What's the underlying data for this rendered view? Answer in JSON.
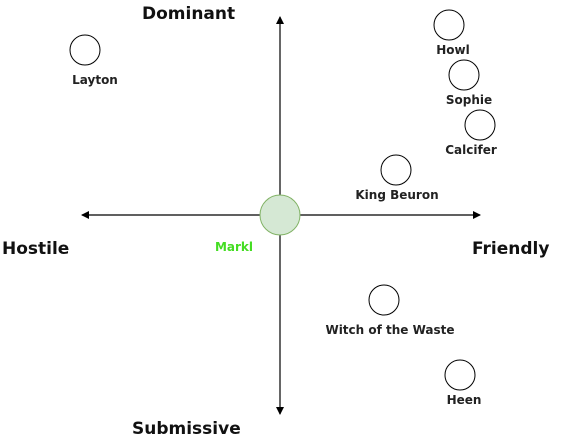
{
  "axes": {
    "top_label": "Dominant",
    "bottom_label": "Submissive",
    "left_label": "Hostile",
    "right_label": "Friendly"
  },
  "center": {
    "name": "Markl",
    "label_color": "#44dd22",
    "fill_color": "#d5e8d4",
    "stroke_color": "#82b366"
  },
  "characters": [
    {
      "name": "Layton"
    },
    {
      "name": "Howl"
    },
    {
      "name": "Sophie"
    },
    {
      "name": "Calcifer"
    },
    {
      "name": "King Beuron"
    },
    {
      "name": "Witch of the Waste"
    },
    {
      "name": "Heen"
    }
  ]
}
